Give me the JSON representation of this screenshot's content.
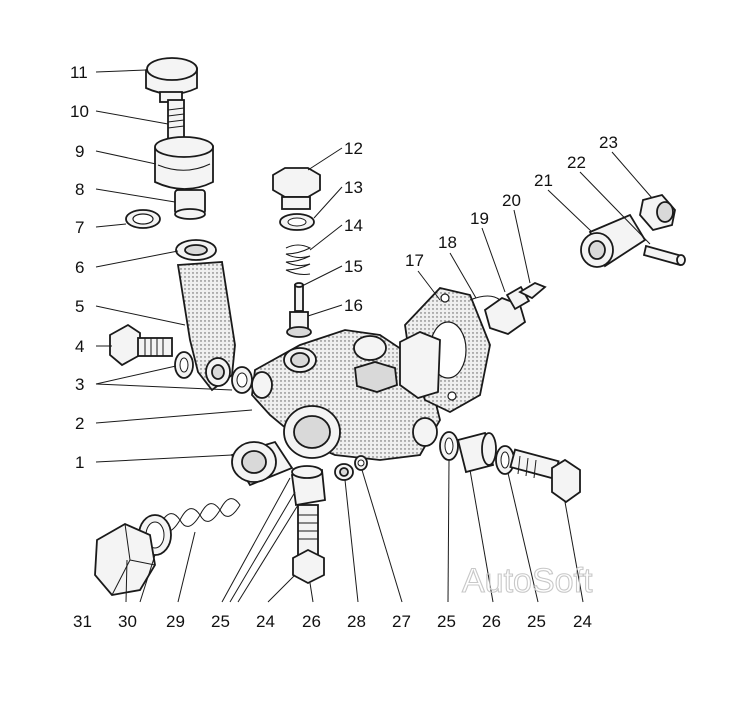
{
  "diagram": {
    "callouts": [
      "11",
      "10",
      "9",
      "8",
      "7",
      "6",
      "5",
      "4",
      "3",
      "2",
      "1",
      "12",
      "13",
      "14",
      "15",
      "16",
      "17",
      "18",
      "19",
      "20",
      "21",
      "22",
      "23",
      "31",
      "30",
      "29",
      "25",
      "24",
      "26",
      "28",
      "27",
      "25",
      "26",
      "25",
      "24"
    ]
  },
  "watermark": "AutoSoft"
}
